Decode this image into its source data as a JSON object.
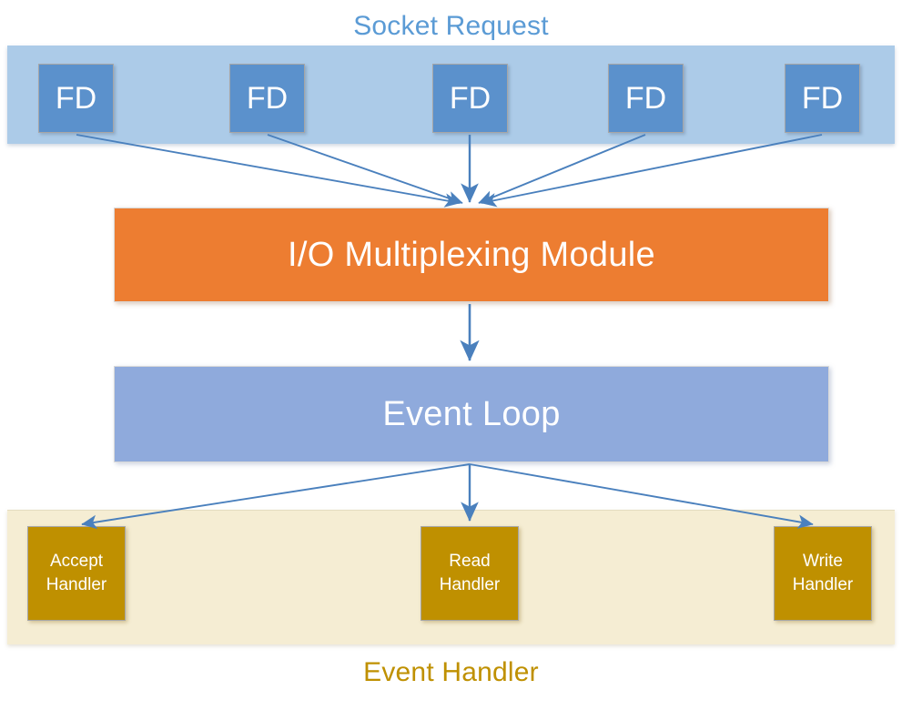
{
  "diagram": {
    "title_socket": "Socket Request",
    "title_handler": "Event Handler",
    "colors": {
      "socket_band": "#ACCBE8",
      "handler_band": "#F5EDD3",
      "fd_box": "#5B91CC",
      "mux_block": "#ED7D31",
      "loop_block": "#8FAADC",
      "handler_box": "#BF9000",
      "arrow": "#4A80BD",
      "socket_caption_text": "#5B9BD5",
      "handler_caption_text": "#BF9000",
      "block_text": "#FFFFFF"
    }
  },
  "socket_layer": {
    "caption": "Socket Request",
    "fds": [
      {
        "label": "FD"
      },
      {
        "label": "FD"
      },
      {
        "label": "FD"
      },
      {
        "label": "FD"
      },
      {
        "label": "FD"
      }
    ]
  },
  "mux_layer": {
    "label": "I/O Multiplexing Module"
  },
  "loop_layer": {
    "label": "Event Loop"
  },
  "handler_layer": {
    "caption": "Event Handler",
    "handlers": [
      {
        "line1": "Accept",
        "line2": "Handler"
      },
      {
        "line1": "Read",
        "line2": "Handler"
      },
      {
        "line1": "Write",
        "line2": "Handler"
      }
    ]
  }
}
